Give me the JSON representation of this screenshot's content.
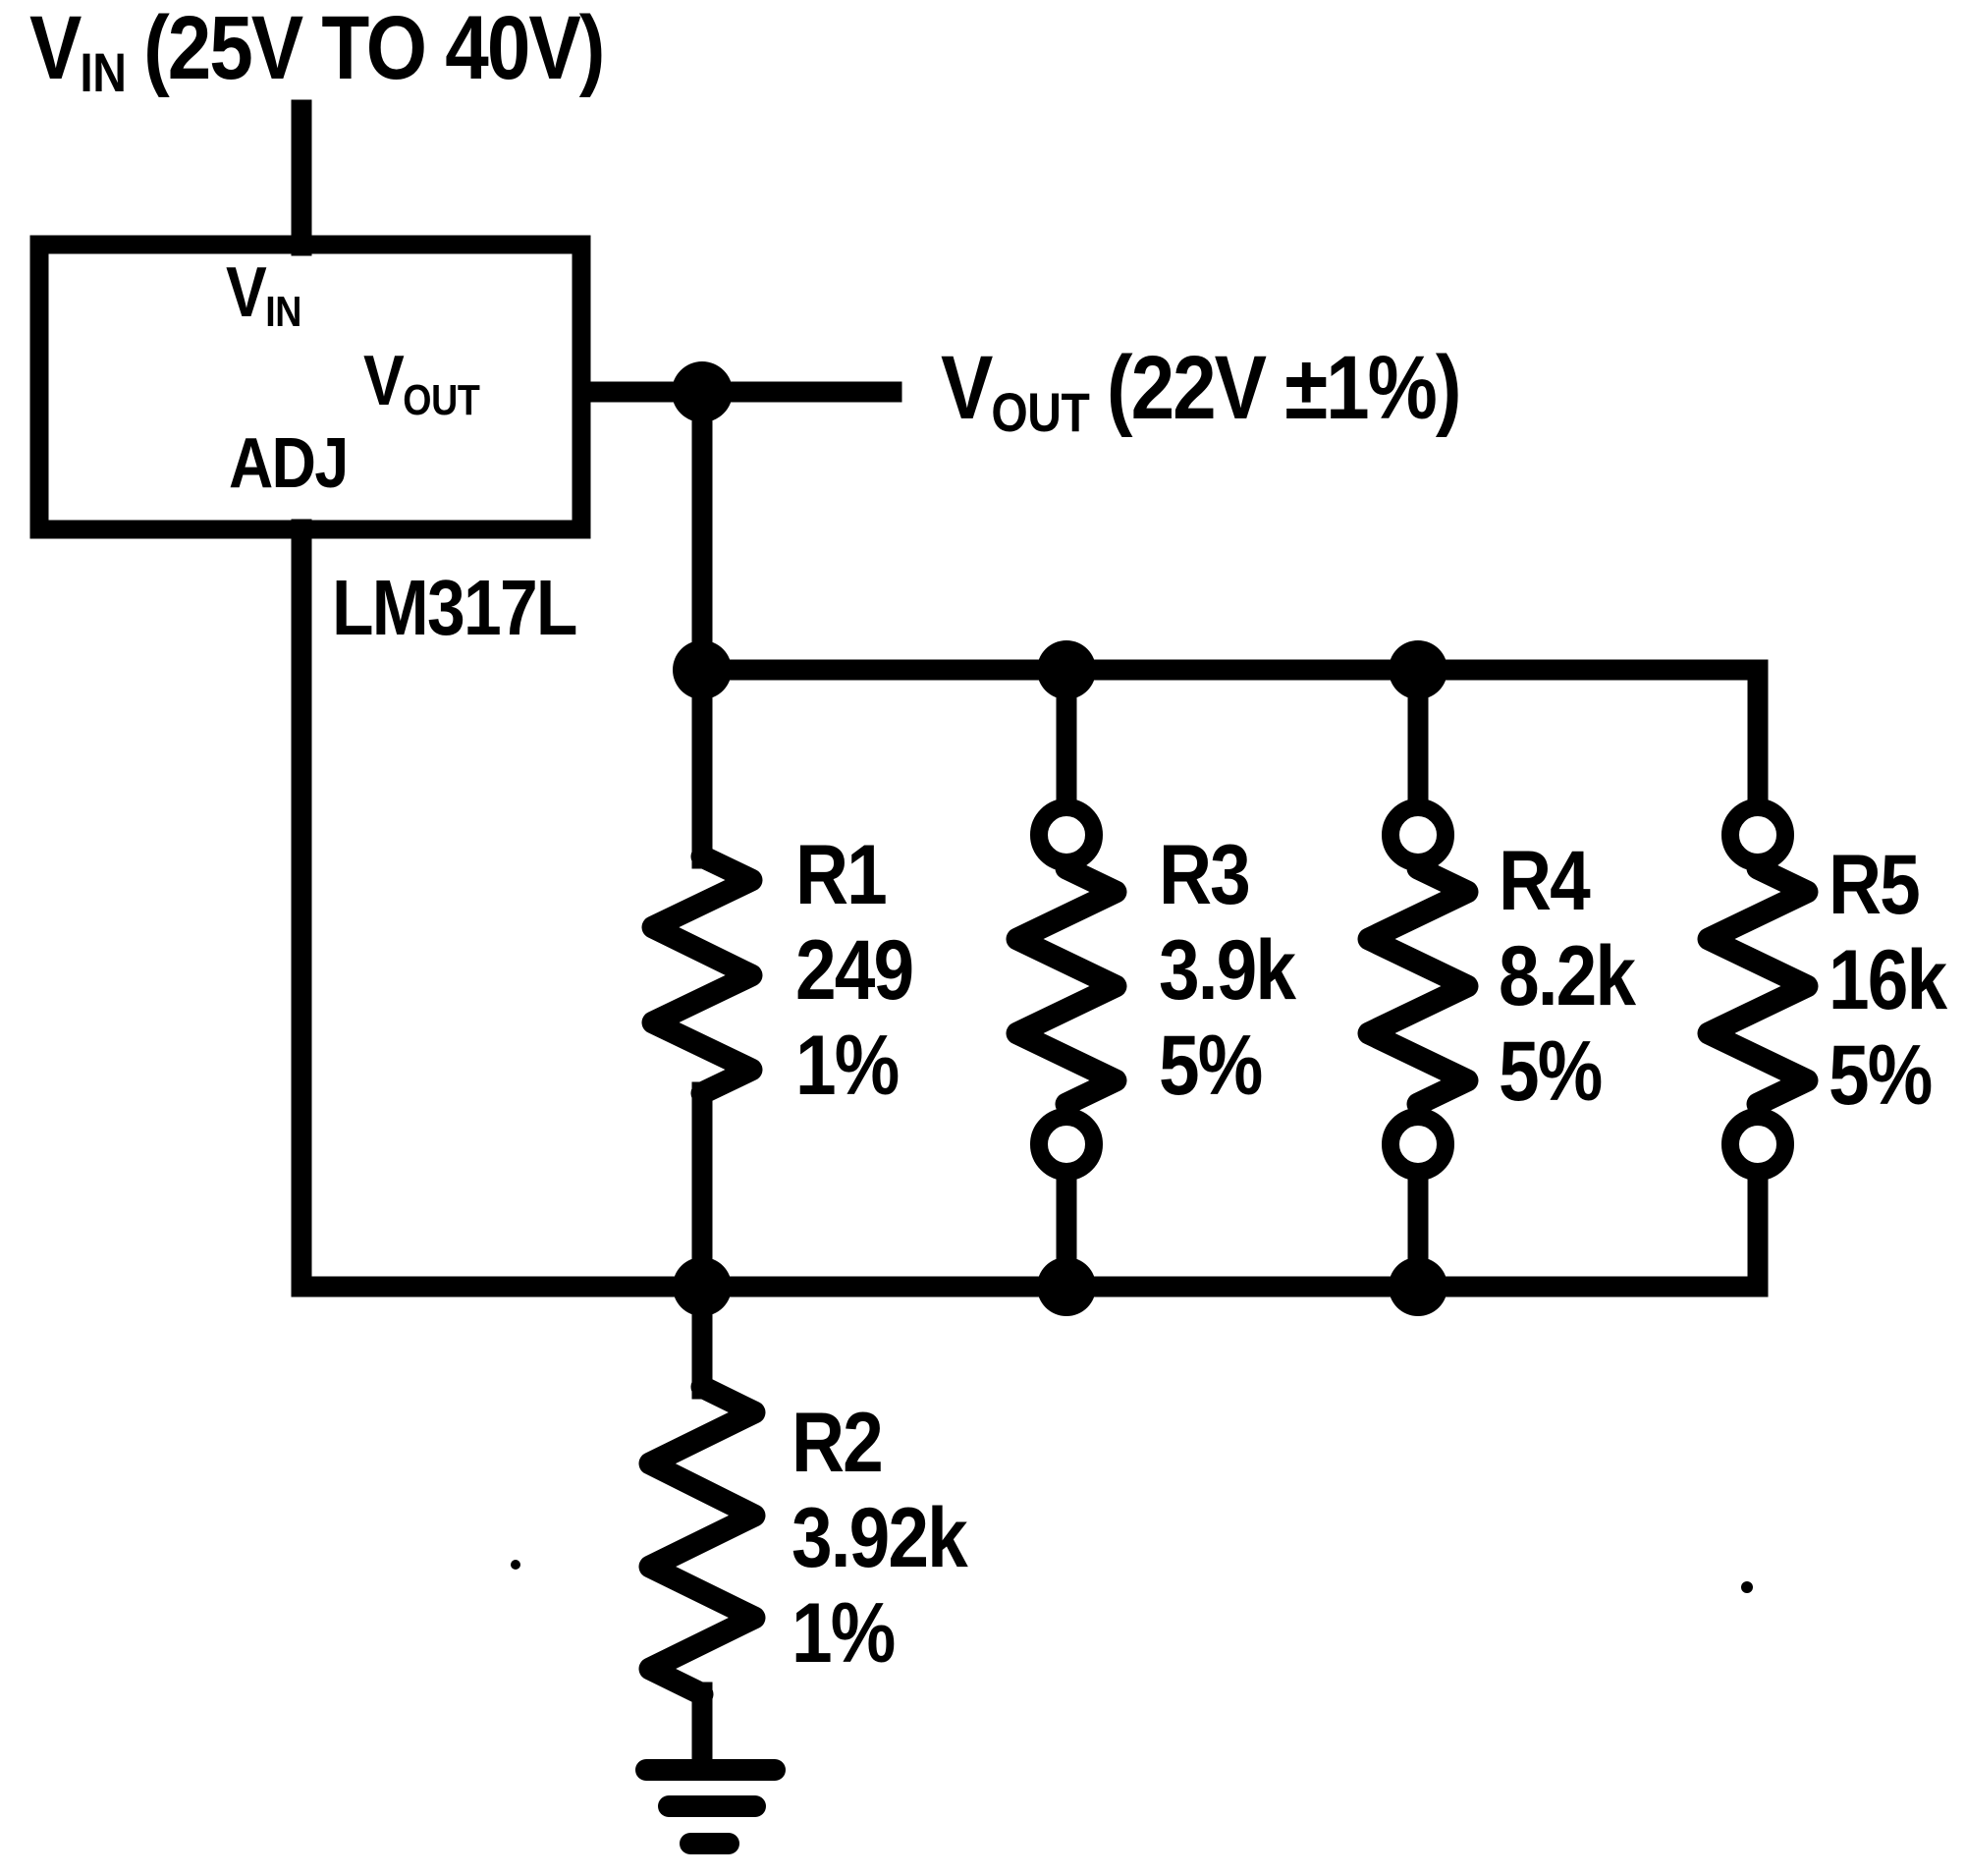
{
  "colors": {
    "ink": "#000000",
    "paper": "#ffffff"
  },
  "input_label": {
    "symbol": "V",
    "subscript": "IN",
    "spec": "(25V TO 40V)"
  },
  "output_label": {
    "symbol": "V",
    "subscript": "OUT",
    "spec": "(22V ±1%)"
  },
  "regulator": {
    "part_number": "LM317L",
    "pins": {
      "vin": {
        "symbol": "V",
        "subscript": "IN"
      },
      "vout": {
        "symbol": "V",
        "subscript": "OUT"
      },
      "adj": "ADJ"
    }
  },
  "resistors": {
    "r1": {
      "name": "R1",
      "value": "249",
      "tolerance": "1%"
    },
    "r2": {
      "name": "R2",
      "value": "3.92k",
      "tolerance": "1%"
    },
    "r3": {
      "name": "R3",
      "value": "3.9k",
      "tolerance": "5%"
    },
    "r4": {
      "name": "R4",
      "value": "8.2k",
      "tolerance": "5%"
    },
    "r5": {
      "name": "R5",
      "value": "16k",
      "tolerance": "5%"
    }
  }
}
